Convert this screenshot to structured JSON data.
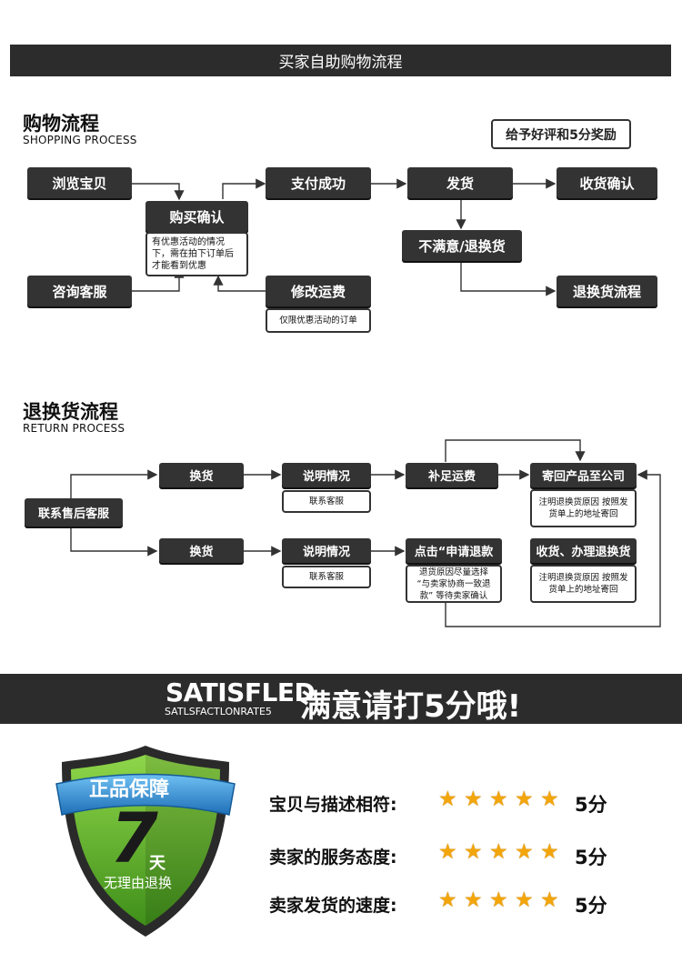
{
  "header": {
    "title": "买家自助购物流程"
  },
  "shopping": {
    "title": "购物流程",
    "subtitle": "SHOPPING PROCESS",
    "reward": "给予好评和5分奖励",
    "browse": "浏览宝贝",
    "confirm": "购买确认",
    "confirm_note": "有优惠活动的情况下，需在拍下订单后才能看到优惠",
    "consult": "咨询客服",
    "pay": "支付成功",
    "modify": "修改运费",
    "modify_note": "仅限优惠活动的订单",
    "ship": "发货",
    "unsatisfied": "不满意/退换货",
    "receive": "收货确认",
    "return_flow": "退换货流程"
  },
  "returns": {
    "title": "退换货流程",
    "subtitle": "RETURN PROCESS",
    "contact": "联系售后客服",
    "exchange1": "换货",
    "explain1": "说明情况",
    "explain1_note": "联系客服",
    "supplement": "补足运费",
    "send_back": "寄回产品至公司",
    "send_back_note": "注明退换货原因 按照发货单上的地址寄回",
    "exchange2": "换货",
    "explain2": "说明情况",
    "explain2_note": "联系客服",
    "apply": "点击“申请退款",
    "apply_note": "退货原因尽量选择 “与卖家协商一致退款” 等待卖家确认",
    "receive_process": "收货、办理退换货",
    "receive_process_note": "注明退换货原因 按照发货单上的地址寄回"
  },
  "banner": {
    "big": "SATISFLED",
    "small": "SATLSFACTLONRATE5",
    "cn": "满意请打5分哦!"
  },
  "shield": {
    "title": "正品保障",
    "number": "7",
    "unit": "天",
    "subtitle": "无理由退换"
  },
  "ratings": [
    {
      "label": "宝贝与描述相符:",
      "stars": 5,
      "score": "5分"
    },
    {
      "label": "卖家的服务态度:",
      "stars": 5,
      "score": "5分"
    },
    {
      "label": "卖家发货的速度:",
      "stars": 5,
      "score": "5分"
    }
  ],
  "colors": {
    "dark": "#333333",
    "star": "#f2a60c",
    "shield_green": "#5fb52a",
    "shield_blue": "#2f8fd6"
  }
}
